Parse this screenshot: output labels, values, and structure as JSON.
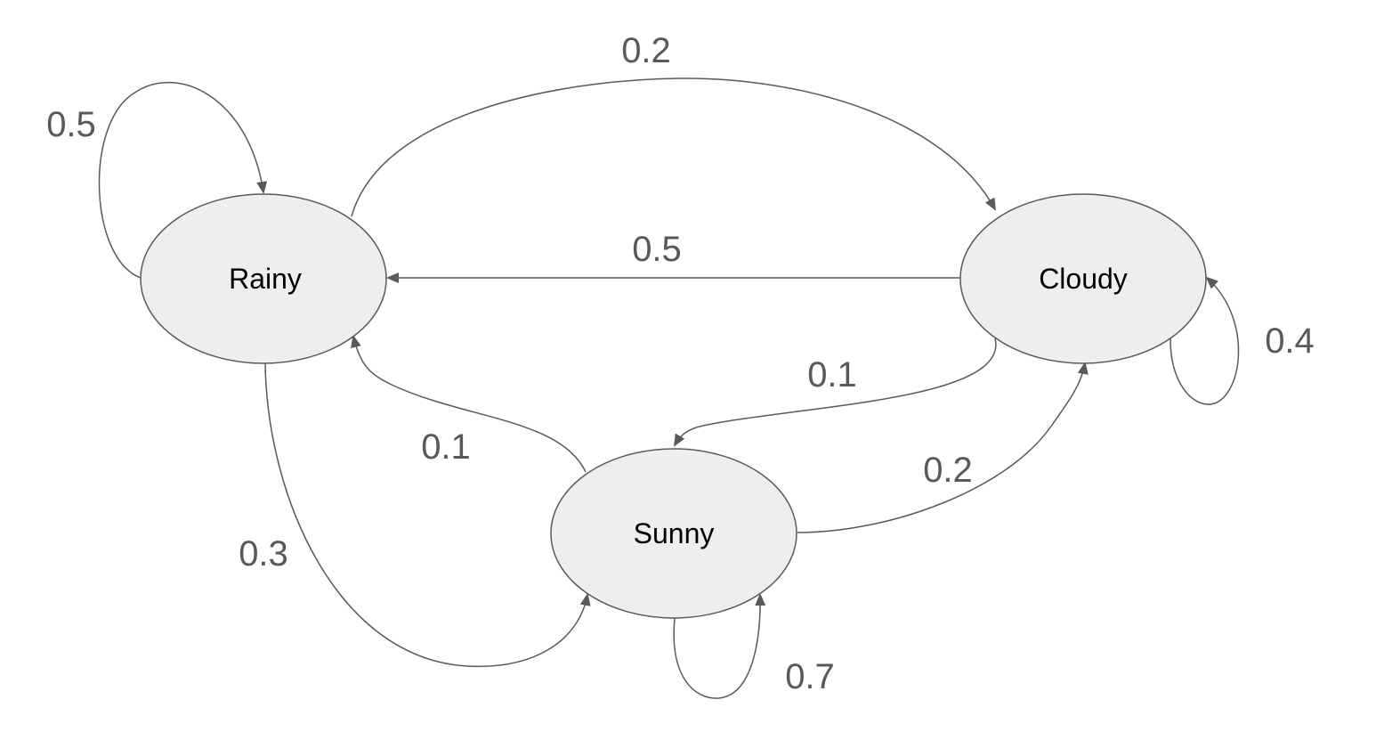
{
  "colors": {
    "node_fill": "#eeeeee",
    "line": "#595959",
    "label": "#595959",
    "node_text": "#000000"
  },
  "states": {
    "rainy": "Rainy",
    "cloudy": "Cloudy",
    "sunny": "Sunny"
  },
  "transitions": [
    {
      "from": "Rainy",
      "to": "Rainy",
      "probability": "0.5"
    },
    {
      "from": "Rainy",
      "to": "Cloudy",
      "probability": "0.2"
    },
    {
      "from": "Rainy",
      "to": "Sunny",
      "probability": "0.3"
    },
    {
      "from": "Cloudy",
      "to": "Rainy",
      "probability": "0.5"
    },
    {
      "from": "Cloudy",
      "to": "Cloudy",
      "probability": "0.4"
    },
    {
      "from": "Cloudy",
      "to": "Sunny",
      "probability": "0.1"
    },
    {
      "from": "Sunny",
      "to": "Rainy",
      "probability": "0.1"
    },
    {
      "from": "Sunny",
      "to": "Cloudy",
      "probability": "0.2"
    },
    {
      "from": "Sunny",
      "to": "Sunny",
      "probability": "0.7"
    }
  ]
}
